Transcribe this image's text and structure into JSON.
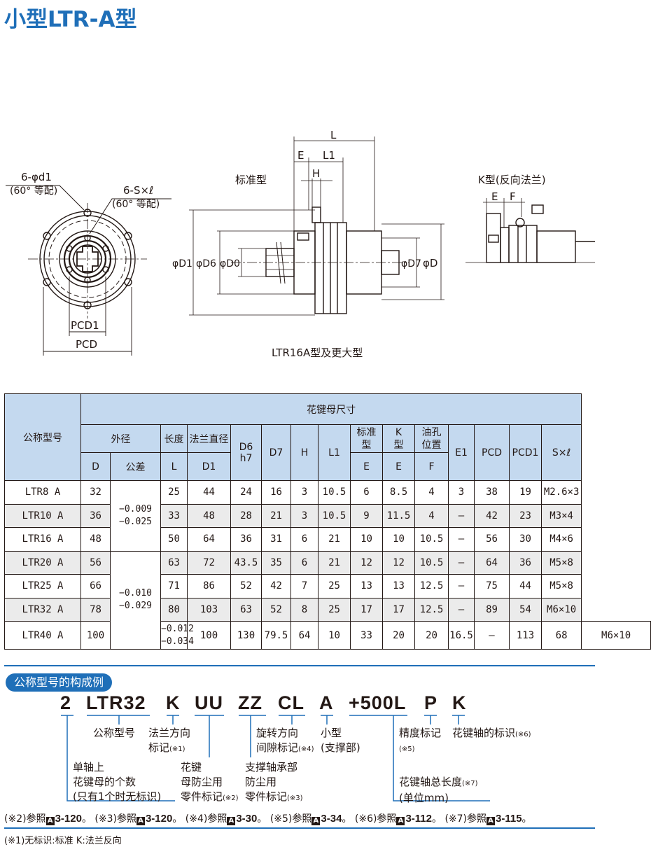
{
  "page_title": "小型LTR-A型",
  "drawing": {
    "front": {
      "label_6d1": "6-φd1",
      "label_6d1_note": "(60° 等配)",
      "label_6s": "6-S×ℓ",
      "label_6s_note": "(60° 等配)",
      "pcd1": "PCD1",
      "pcd": "PCD"
    },
    "side": {
      "std_label": "标准型",
      "L": "L",
      "E": "E",
      "L1": "L1",
      "H": "H",
      "D1": "φD1",
      "D6": "φD6",
      "D0": "φD0",
      "D7": "φD7",
      "D": "φD",
      "caption": "LTR16A型及更大型"
    },
    "k_type": {
      "label": "K型(反向法兰)",
      "E": "E",
      "F": "F"
    }
  },
  "table": {
    "header": {
      "model": "公称型号",
      "group": "花键母尺寸",
      "outer_dia": "外径",
      "length": "长度",
      "flange_dia": "法兰直径",
      "std_type": "标准型",
      "k_type": "K型",
      "oil_hole": "油孔位置",
      "D": "D",
      "tolerance": "公差",
      "L": "L",
      "D1": "D1",
      "D6": "D6",
      "h7": "h7",
      "D7": "D7",
      "H": "H",
      "L1": "L1",
      "E_std": "E",
      "E_k": "E",
      "F": "F",
      "E1": "E1",
      "PCD": "PCD",
      "PCD1": "PCD1",
      "SxL": "S×ℓ"
    },
    "tolerances": [
      {
        "upper": "−0.009",
        "lower": "−0.025"
      },
      {
        "upper": "−0.010",
        "lower": "−0.029"
      },
      {
        "upper": "−0.012",
        "lower": "−0.034"
      }
    ],
    "rows": [
      {
        "model": "LTR8 A",
        "D": "32",
        "L": "25",
        "D1": "44",
        "D6": "24",
        "D7": "16",
        "H": "3",
        "L1": "10.5",
        "E": "6",
        "Ek": "8.5",
        "F": "4",
        "E1": "3",
        "PCD": "38",
        "PCD1": "19",
        "S": "M2.6×3"
      },
      {
        "model": "LTR10 A",
        "D": "36",
        "L": "33",
        "D1": "48",
        "D6": "28",
        "D7": "21",
        "H": "3",
        "L1": "10.5",
        "E": "9",
        "Ek": "11.5",
        "F": "4",
        "E1": "—",
        "PCD": "42",
        "PCD1": "23",
        "S": "M3×4"
      },
      {
        "model": "LTR16 A",
        "D": "48",
        "L": "50",
        "D1": "64",
        "D6": "36",
        "D7": "31",
        "H": "6",
        "L1": "21",
        "E": "10",
        "Ek": "10",
        "F": "10.5",
        "E1": "—",
        "PCD": "56",
        "PCD1": "30",
        "S": "M4×6"
      },
      {
        "model": "LTR20 A",
        "D": "56",
        "L": "63",
        "D1": "72",
        "D6": "43.5",
        "D7": "35",
        "H": "6",
        "L1": "21",
        "E": "12",
        "Ek": "12",
        "F": "10.5",
        "E1": "—",
        "PCD": "64",
        "PCD1": "36",
        "S": "M5×8"
      },
      {
        "model": "LTR25 A",
        "D": "66",
        "L": "71",
        "D1": "86",
        "D6": "52",
        "D7": "42",
        "H": "7",
        "L1": "25",
        "E": "13",
        "Ek": "13",
        "F": "12.5",
        "E1": "—",
        "PCD": "75",
        "PCD1": "44",
        "S": "M5×8"
      },
      {
        "model": "LTR32 A",
        "D": "78",
        "L": "80",
        "D1": "103",
        "D6": "63",
        "D7": "52",
        "H": "8",
        "L1": "25",
        "E": "17",
        "Ek": "17",
        "F": "12.5",
        "E1": "—",
        "PCD": "89",
        "PCD1": "54",
        "S": "M6×10"
      },
      {
        "model": "LTR40 A",
        "D": "100",
        "L": "100",
        "D1": "130",
        "D6": "79.5",
        "D7": "64",
        "H": "10",
        "L1": "33",
        "E": "20",
        "Ek": "20",
        "F": "16.5",
        "E1": "—",
        "PCD": "113",
        "PCD1": "68",
        "S": "M6×10"
      }
    ]
  },
  "composition": {
    "section_title": "公称型号的构成例",
    "codes": [
      "2",
      "LTR32",
      "K",
      "UU",
      "ZZ",
      "CL",
      "A",
      "+500L",
      "P",
      "K"
    ],
    "labels": {
      "model": "公称型号",
      "flange_dir": "法兰方向",
      "flange_dir2": "标记",
      "n1": "(※1)",
      "rotation": "旋转方向",
      "backlash": "间隙标记",
      "n4": "(※4)",
      "small": "小型",
      "support": "(支撑部)",
      "accuracy": "精度标记",
      "n5": "(※5)",
      "shaft_mark": "花键轴的标识",
      "n6": "(※6)",
      "count1": "单轴上",
      "count2": "花键母的个数",
      "count3": "(只有1个时无标识)",
      "seal1": "花键",
      "seal2": "母防尘用",
      "seal3": "零件标记",
      "n2": "(※2)",
      "bearing1": "支撑轴承部",
      "bearing2": "防尘用",
      "bearing3": "零件标记",
      "n3": "(※3)",
      "total1": "花键轴总长度",
      "n7": "(※7)",
      "total2": "(单位mm)"
    },
    "refs": [
      {
        "note": "(※2)参照",
        "ref": "3-120"
      },
      {
        "note": "(※3)参照",
        "ref": "3-120"
      },
      {
        "note": "(※4)参照",
        "ref": "3-30"
      },
      {
        "note": "(※5)参照",
        "ref": "3-34"
      },
      {
        "note": "(※6)参照",
        "ref": "3-112"
      },
      {
        "note": "(※7)参照",
        "ref": "3-115"
      }
    ],
    "ref_box": "A",
    "footnote": "(※1)无标识:标准  K:法兰反向"
  }
}
